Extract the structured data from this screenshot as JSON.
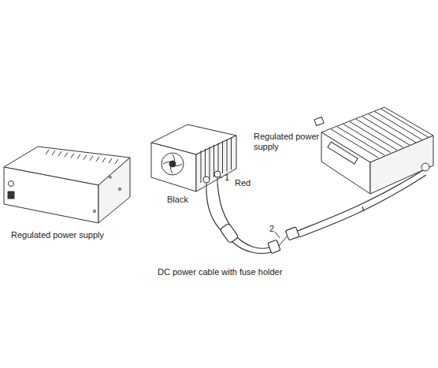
{
  "diagram": {
    "caption": "DC power cable with fuse holder",
    "labels": [
      "Regulated power supply",
      "Regulated power supply",
      "Black",
      "Red",
      "1",
      "2"
    ]
  }
}
